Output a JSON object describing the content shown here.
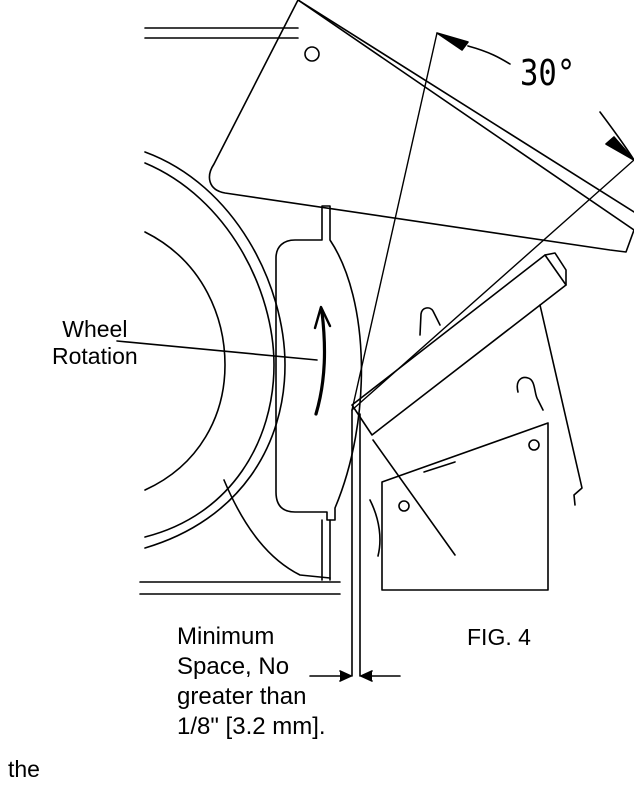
{
  "labels": {
    "angle": "30°",
    "wheel_rotation": [
      "Wheel",
      "Rotation"
    ],
    "minimum_space": [
      "Minimum",
      "Space, No",
      "greater than",
      "1/8\" [3.2 mm]."
    ],
    "figure": "FIG. 4",
    "fragment": "the"
  },
  "colors": {
    "line": "#000000",
    "background": "#ffffff"
  }
}
